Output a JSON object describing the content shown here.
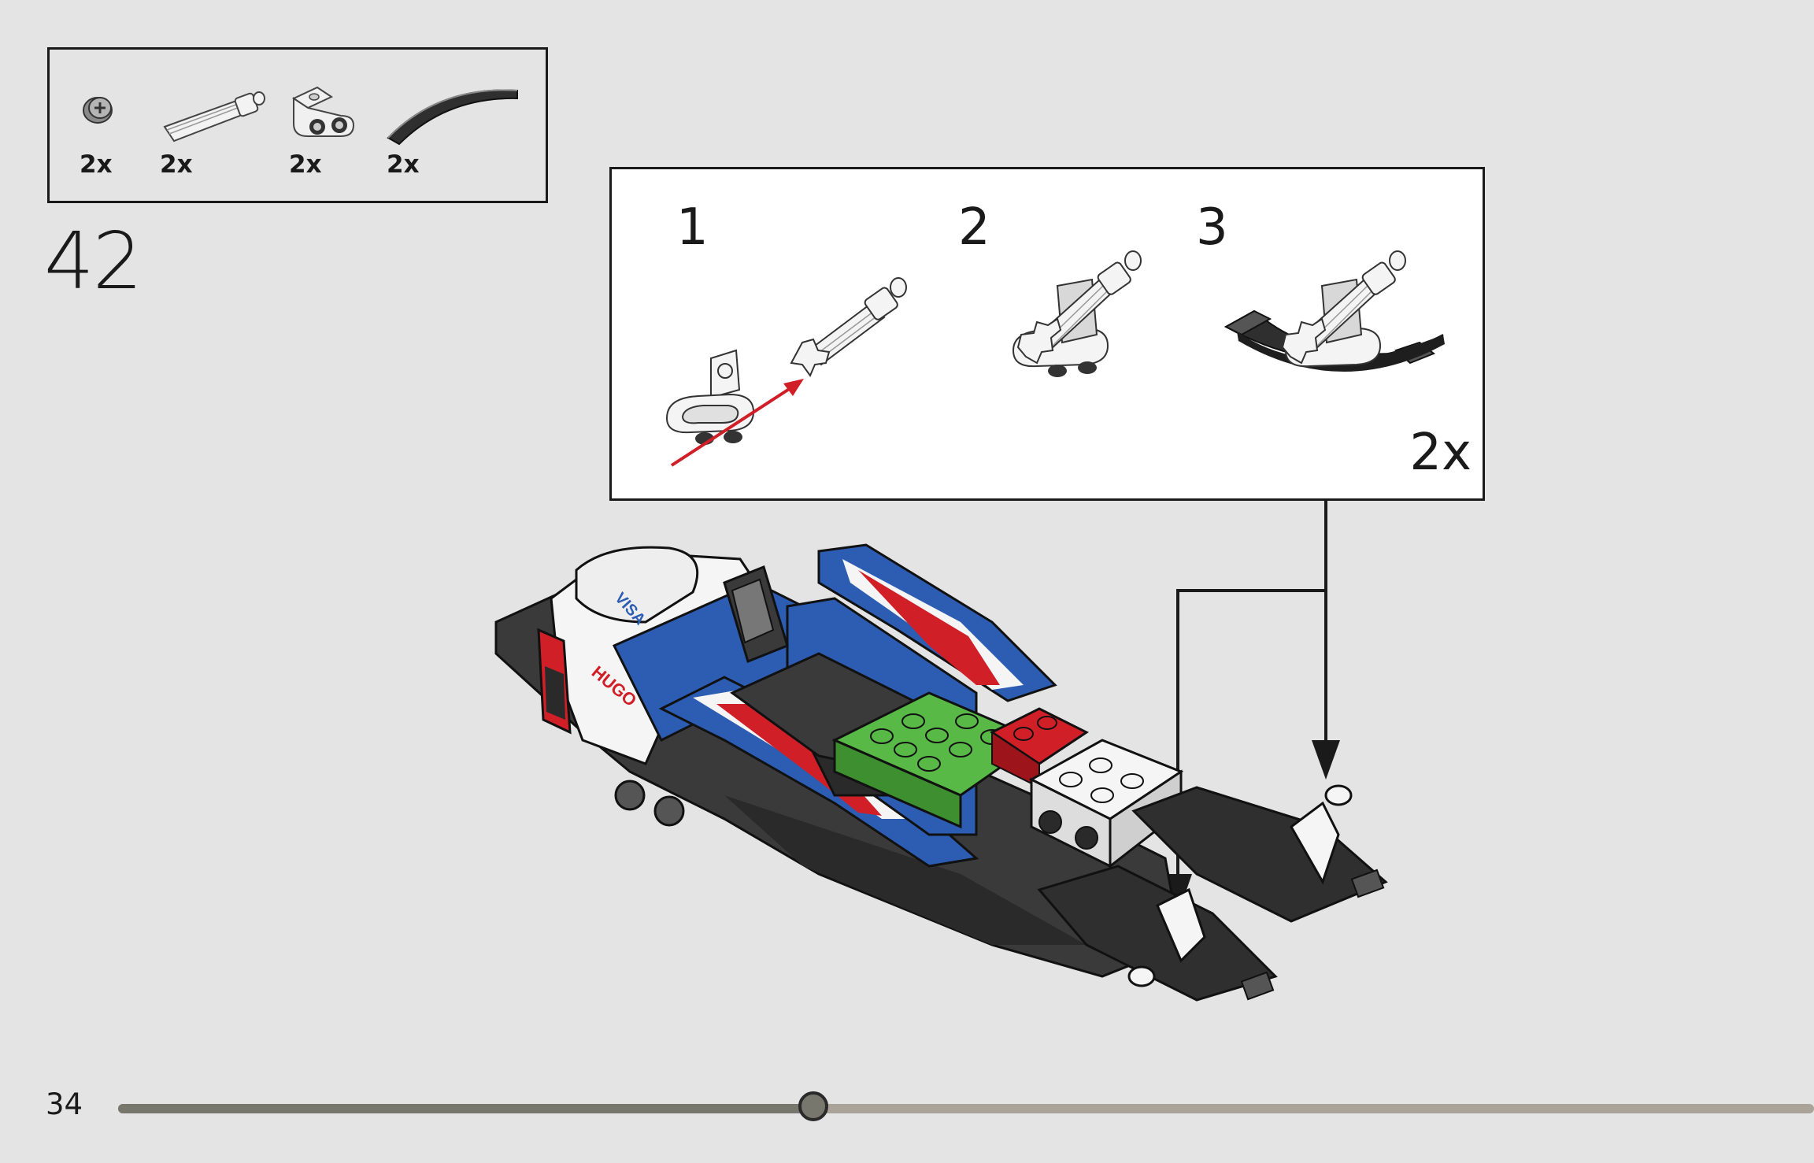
{
  "parts_list": {
    "items": [
      {
        "icon": "bush-icon",
        "qty": "2x"
      },
      {
        "icon": "axle-pin-icon",
        "qty": "2x"
      },
      {
        "icon": "plate-clip-icon",
        "qty": "2x"
      },
      {
        "icon": "curved-slope-icon",
        "qty": "2x"
      }
    ]
  },
  "step": {
    "number": "42"
  },
  "sub_assembly": {
    "steps": [
      {
        "number": "1"
      },
      {
        "number": "2"
      },
      {
        "number": "3"
      }
    ],
    "multiplier": "2x"
  },
  "model": {
    "decal_visa": "VISA",
    "decal_hugo": "HUGO"
  },
  "footer": {
    "page_number": "34",
    "progress": 0.41
  },
  "colors": {
    "background": "#e4e4e4",
    "blue": "#2c5db3",
    "red": "#d11f28",
    "green": "#58b947",
    "dark_gray": "#3a3a3a",
    "progress_fill": "#77776d",
    "progress_track": "#a9a39a"
  }
}
